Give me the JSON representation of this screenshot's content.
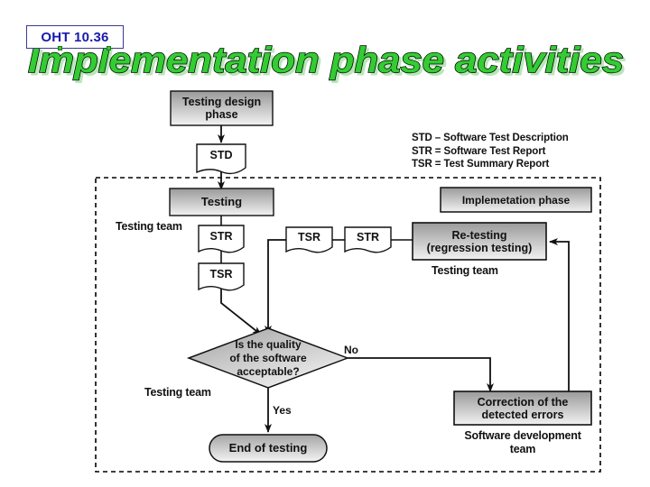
{
  "slide": {
    "badge_label": "OHT 10.36",
    "title": "Implementation phase activities",
    "title_color": "#33cc33",
    "title_outline_color": "#000000",
    "badge_text_color": "#1a1aa8"
  },
  "legend": {
    "lines": [
      "STD  –  Software Test Description",
      "STR  =  Software Test Report",
      "TSR  =  Test Summary Report"
    ]
  },
  "diagram": {
    "boundary_label": "Implemetation phase",
    "nodes": {
      "testing_design_phase": "Testing design phase",
      "std": "STD",
      "testing": "Testing",
      "str_left": "STR",
      "tsr_left": "TSR",
      "tsr_mid": "TSR",
      "str_mid": "STR",
      "retesting_line1": "Re-testing",
      "retesting_line2": "(regression testing)",
      "decision_line1": "Is the quality",
      "decision_line2": "of the software",
      "decision_line3": "acceptable?",
      "correction_line1": "Correction of the",
      "correction_line2": "detected errors",
      "end_of_testing": "End of testing"
    },
    "roles": {
      "testing_team_left": "Testing team",
      "testing_team_right": "Testing team",
      "testing_team_decision": "Testing team",
      "dev_team_line1": "Software development",
      "dev_team_line2": "team"
    },
    "branches": {
      "no": "No",
      "yes": "Yes"
    }
  },
  "colors": {
    "node_fill_dark": "#9d9d9d",
    "node_fill_light": "#efefef",
    "stroke": "#111111",
    "doc_fill": "#ffffff",
    "boundary_stroke": "#000000"
  }
}
